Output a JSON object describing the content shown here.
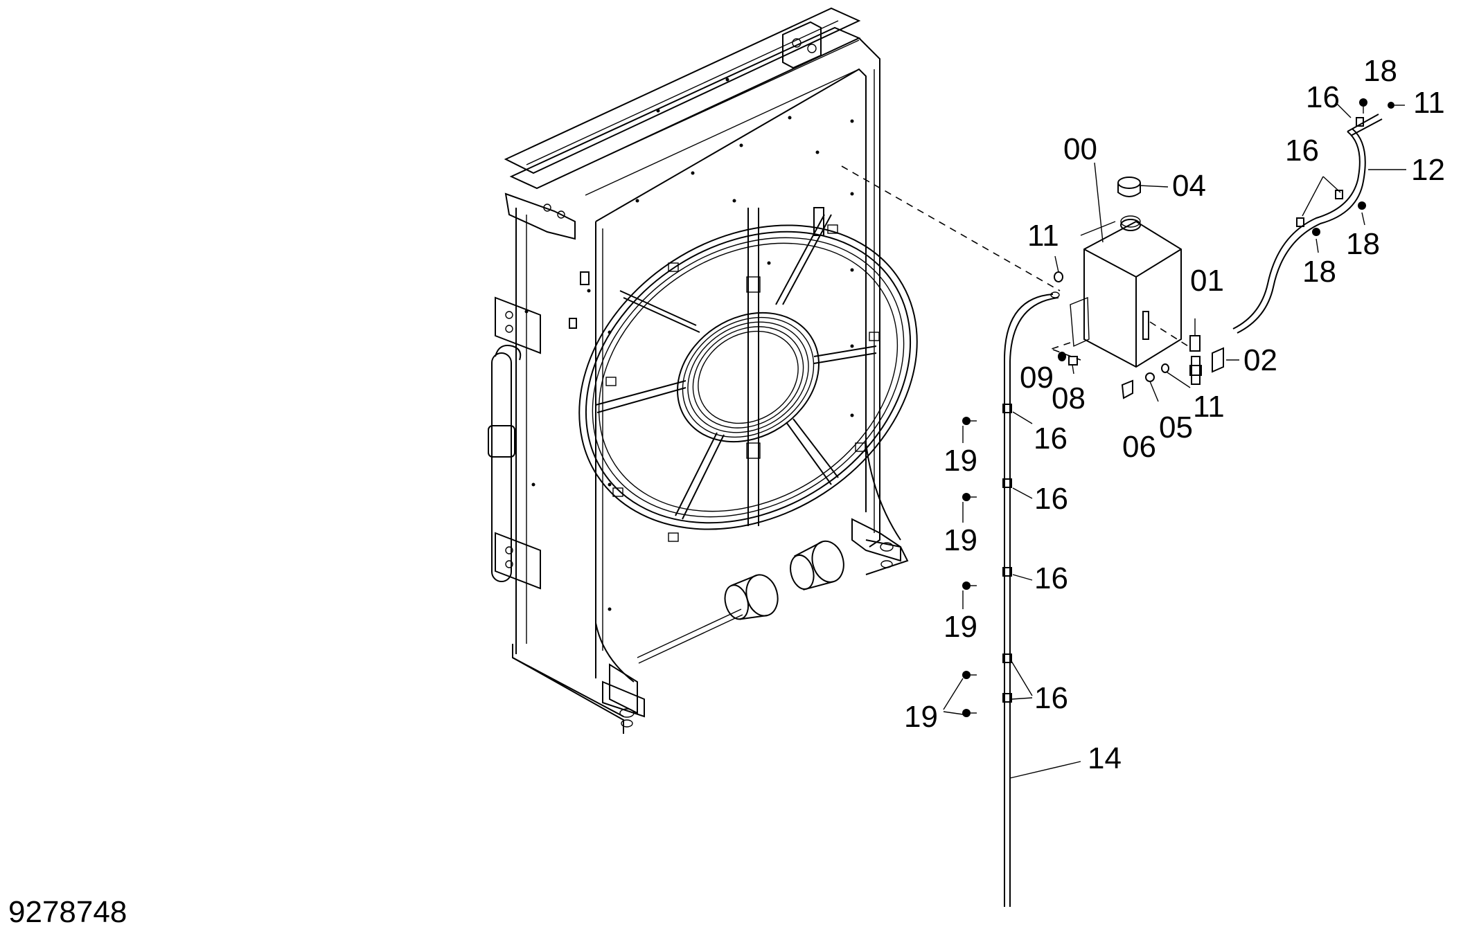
{
  "drawing_number": "9278748",
  "callouts": [
    "00",
    "01",
    "02",
    "04",
    "05",
    "06",
    "08",
    "09",
    "11",
    "12",
    "14",
    "16",
    "18",
    "19"
  ]
}
